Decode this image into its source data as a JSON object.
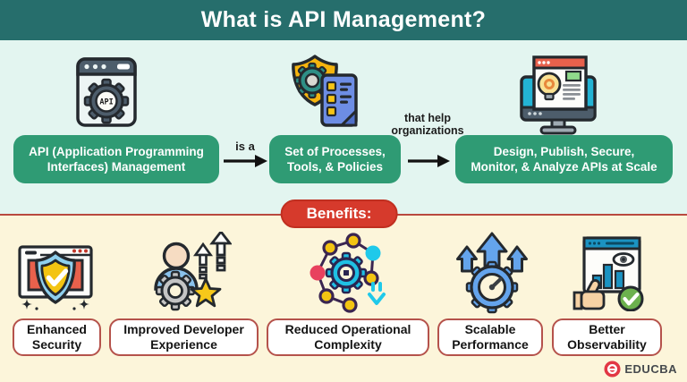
{
  "header": {
    "title": "What is API Management?"
  },
  "flow": {
    "api_icon_text": "API",
    "icons": [
      "api-browser-gear-icon",
      "shield-policy-document-icon",
      "monitor-webpage-idea-icon"
    ],
    "boxes": [
      {
        "lines": [
          "API (Application Programming",
          "Interfaces)  Management"
        ]
      },
      {
        "lines": [
          "Set of Processes,",
          "Tools, & Policies"
        ]
      },
      {
        "lines": [
          "Design, Publish, Secure,",
          "Monitor, & Analyze APIs at Scale"
        ]
      }
    ],
    "connectors": [
      {
        "lines": [
          "is a"
        ]
      },
      {
        "lines": [
          "that help",
          "organizations"
        ]
      }
    ]
  },
  "benefits": {
    "badge": "Benefits:",
    "items": [
      {
        "lines": [
          "Enhanced",
          "Security"
        ],
        "icon": "secure-browser-shield-check-icon"
      },
      {
        "lines": [
          "Improved Developer",
          "Experience"
        ],
        "icon": "developer-growth-gear-star-icon"
      },
      {
        "lines": [
          "Reduced Operational",
          "Complexity"
        ],
        "icon": "network-nodes-gear-simplify-icon"
      },
      {
        "lines": [
          "Scalable",
          "Performance"
        ],
        "icon": "gauge-gear-scale-up-icon"
      },
      {
        "lines": [
          "Better",
          "Observability"
        ],
        "icon": "dashboard-eye-approved-icon"
      }
    ]
  },
  "footer": {
    "brand": "EDUCBA"
  },
  "colors": {
    "header_bg": "#266e6c",
    "definition_bg": "#e3f5f0",
    "benefits_bg": "#fcf5da",
    "box_green": "#2f9b74",
    "badge_red": "#d63a2c",
    "divider_red": "#b9493f",
    "card_border": "#b5524b",
    "accent_yellow": "#f3c412",
    "accent_blue": "#64a4ec",
    "accent_cyan": "#1fc0e4",
    "accent_orange_red": "#e8614c"
  }
}
